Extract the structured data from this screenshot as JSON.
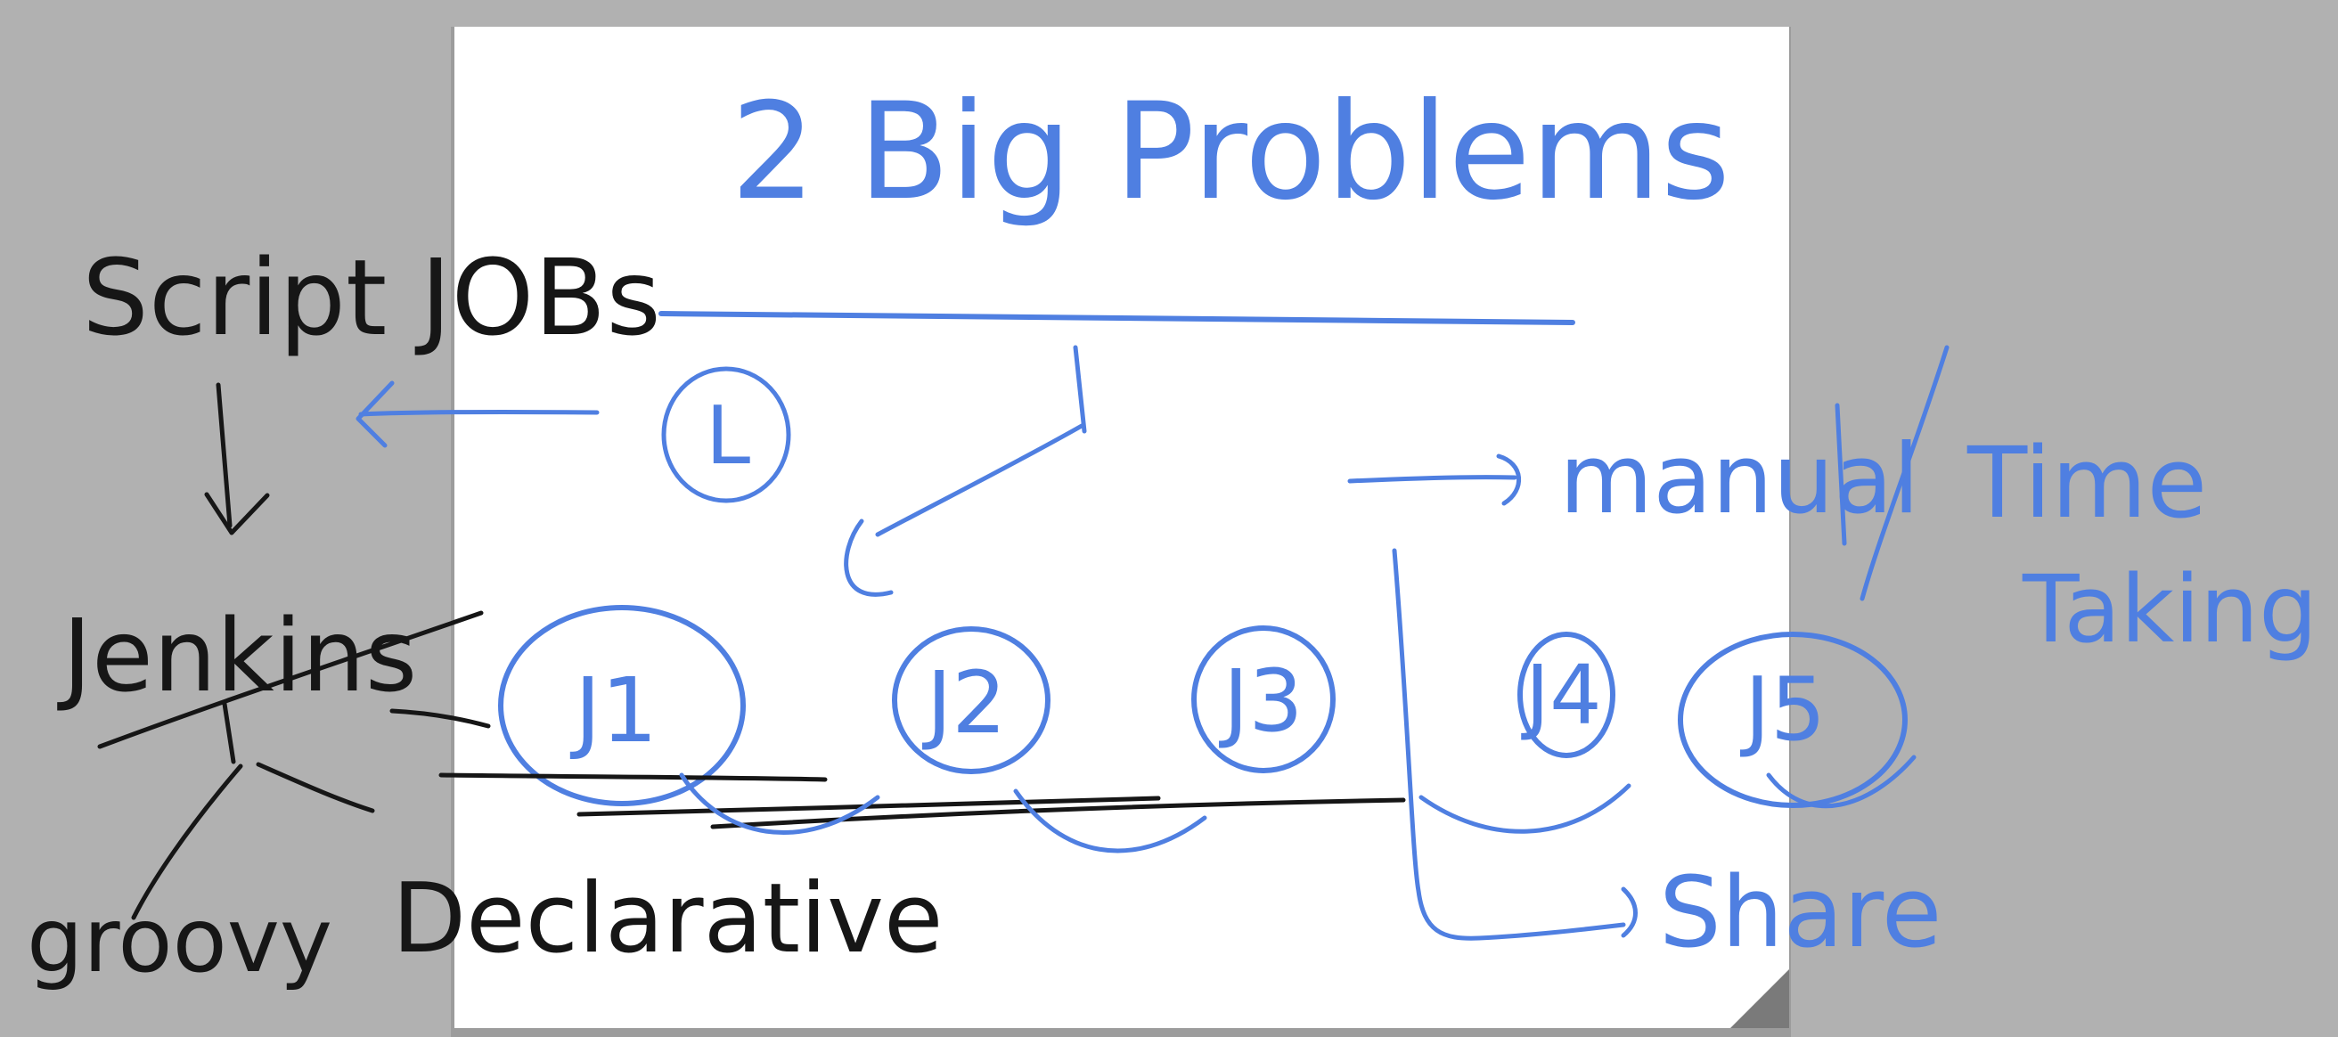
{
  "title": "2 Big Problems",
  "left_notes": {
    "script_jobs": "Script JOBs",
    "jenkins": "Jenkins",
    "groovy": "groovy",
    "declarative": "Declarative",
    "circle_label": "L"
  },
  "jobs": [
    {
      "label": "J1"
    },
    {
      "label": "J2"
    },
    {
      "label": "J3"
    },
    {
      "label": "J4"
    },
    {
      "label": "J5"
    }
  ],
  "right_notes": {
    "manual": "manual",
    "time": "Time",
    "taking": "Taking",
    "share": "Share"
  },
  "colors": {
    "ink_blue": "#4f7fe1",
    "ink_black": "#161616",
    "paper": "#ffffff",
    "background": "#b1b1b1"
  }
}
